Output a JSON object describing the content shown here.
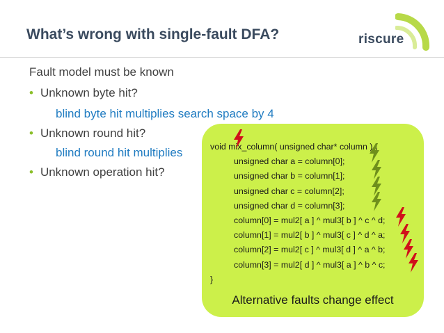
{
  "slide": {
    "title": "What’s wrong with single-fault DFA?",
    "logo_text": "riscure",
    "heading": "Fault model must be known",
    "bullet_1": "Unknown byte hit?",
    "sub_1": "blind byte hit multiplies search space by 4",
    "bullet_2": "Unknown round hit?",
    "sub_2": "blind round hit multiplies",
    "bullet_3": "Unknown operation hit?",
    "bullet_marker": "•"
  },
  "code_box": {
    "lines": [
      "void mix_column( unsigned char* column ) {",
      "unsigned char a = column[0];",
      "unsigned char b = column[1];",
      "unsigned char c = column[2];",
      "unsigned char d = column[3];",
      "column[0] = mul2[ a ] ^ mul3[ b ] ^ c ^ d;",
      "column[1] = mul2[ b ] ^ mul3[ c ] ^ d ^ a;",
      "column[2] = mul2[ c ] ^ mul3[ d ] ^ a ^ b;",
      "column[3] = mul2[ d ] ^ mul3[ a ] ^ b ^ c;",
      "}"
    ],
    "caption": "Alternative faults change effect",
    "background_color": "#ccf04a"
  },
  "icons": {
    "lightning_red": "lightning-bolt-red-icon",
    "lightning_green": "lightning-bolt-green-icon",
    "logo_arc": "riscure-logo-arc-icon"
  },
  "colors": {
    "title": "#3a4a5e",
    "body_text": "#404040",
    "sub_text": "#1f7bc1",
    "bullet": "#8bbf2a",
    "bolt_red": "#d0101b",
    "bolt_green": "#6f8f1c"
  }
}
